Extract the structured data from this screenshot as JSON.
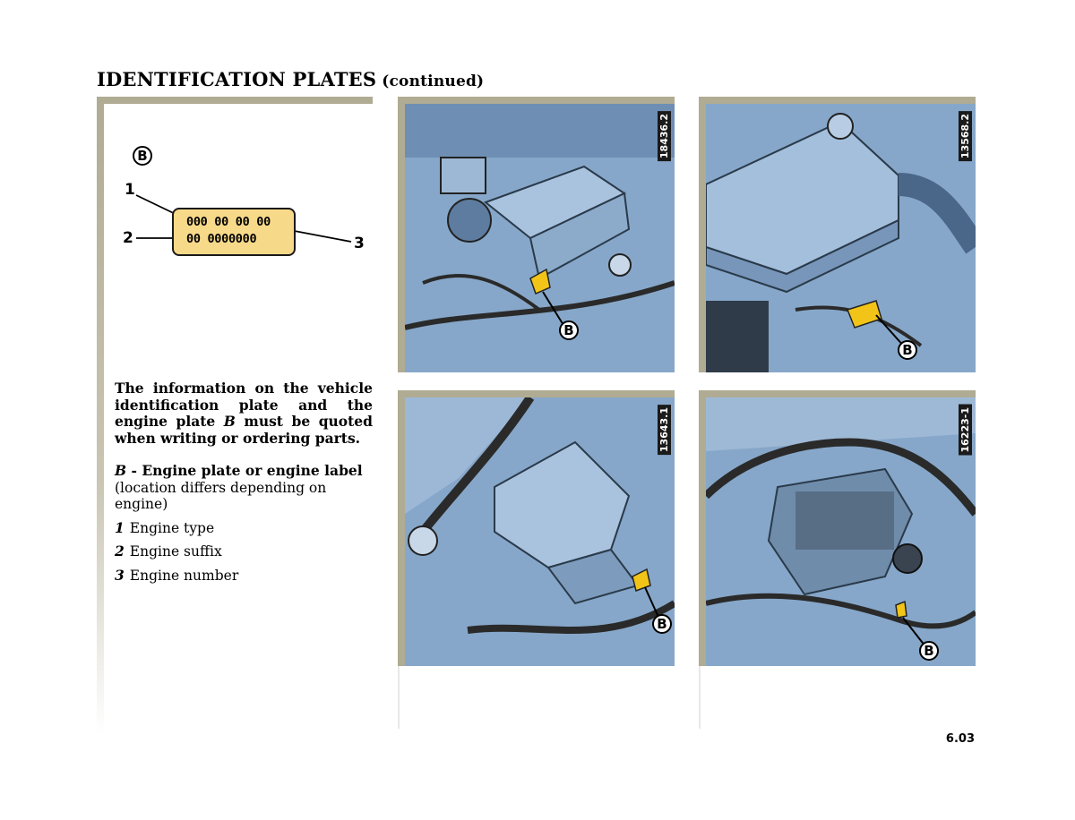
{
  "header": {
    "title": "IDENTIFICATION PLATES",
    "title_suffix": "(continued)"
  },
  "diagram": {
    "badge": "B",
    "plate_line1": "000 00 00 00",
    "plate_line2": "00 0000000",
    "callout_1": "1",
    "callout_2": "2",
    "callout_3": "3",
    "plate_color": "#f7d98a"
  },
  "text": {
    "intro_part1": "The information on the vehicle identification plate and the engine plate ",
    "intro_ref": "B",
    "intro_part2": " must be quoted when writing or ordering parts.",
    "legend_b_key": "B",
    "legend_b_title": " - Engine plate or engine label",
    "legend_b_note": "(location differs depending on engine)",
    "items": [
      {
        "num": "1",
        "label": "Engine type"
      },
      {
        "num": "2",
        "label": "Engine suffix"
      },
      {
        "num": "3",
        "label": "Engine number"
      }
    ]
  },
  "photos": [
    {
      "code": "18436.2",
      "marker": "B"
    },
    {
      "code": "13568.2",
      "marker": "B"
    },
    {
      "code": "13643.1",
      "marker": "B"
    },
    {
      "code": "16223-1",
      "marker": "B"
    }
  ],
  "footer": {
    "page_number": "6.03"
  },
  "colors": {
    "frame": "#b0ab93",
    "engine_blue": "#7a9bbf",
    "label_yellow": "#f2c418"
  }
}
